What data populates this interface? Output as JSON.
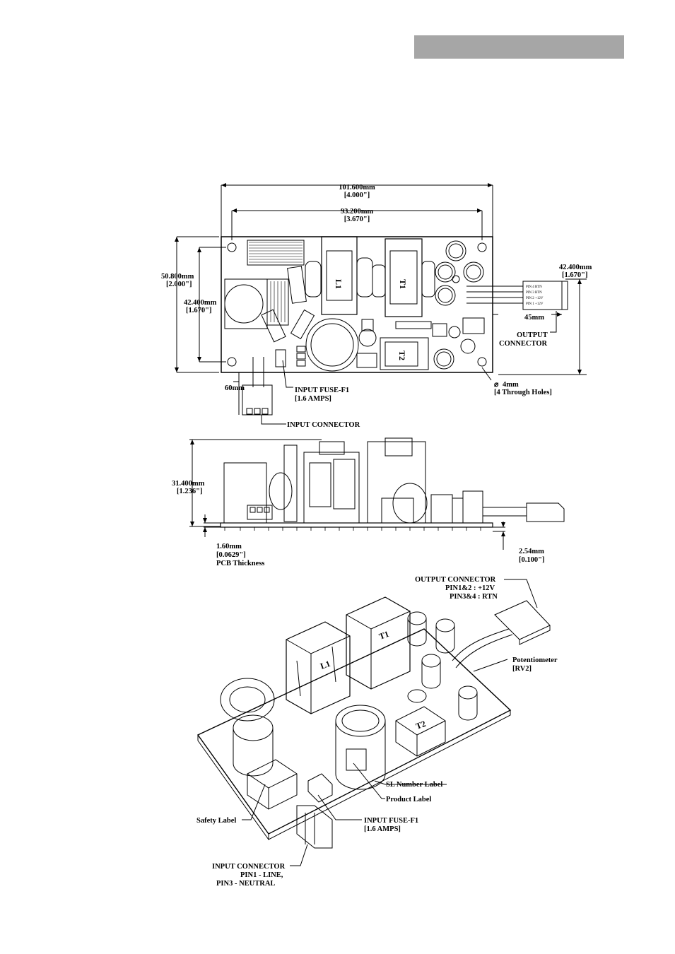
{
  "header": {
    "bar_color": "#a6a6a6"
  },
  "top_view": {
    "dims": {
      "overall_width_mm": "101.600mm",
      "overall_width_in": "[4.000\"]",
      "hole_spacing_mm": "93.200mm",
      "hole_spacing_in": "[3.670\"]",
      "overall_height_mm": "50.800mm",
      "overall_height_in": "[2.000\"]",
      "hole_height_mm": "42.400mm",
      "hole_height_in": "[1.670\"]",
      "connector_height_mm": "42.400mm",
      "connector_height_in": "[1.670\"]",
      "output_lead_len": "45mm",
      "input_lead_len": "60mm"
    },
    "components": {
      "l1": "L1",
      "t1": "T1",
      "t2": "T2"
    },
    "output_pins": [
      "PIN 4 RTN",
      "PIN 3 RTN",
      "PIN 2 +12V",
      "PIN 1 +12V"
    ],
    "callouts": {
      "output_connector_1": "OUTPUT",
      "output_connector_2": "CONNECTOR",
      "input_fuse_1": "INPUT FUSE-F1",
      "input_fuse_2": "[1.6 AMPS]",
      "holes_1": "4mm",
      "holes_2": "[4 Through Holes]",
      "input_connector": "INPUT CONNECTOR"
    }
  },
  "side_view": {
    "height_mm": "31.400mm",
    "height_in": "[1.236\"]",
    "pcb_mm": "1.60mm",
    "pcb_in": "[0.0629\"]",
    "pcb_label": "PCB Thickness",
    "standoff_mm": "2.54mm",
    "standoff_in": "[0.100\"]"
  },
  "iso_view": {
    "output_connector_1": "OUTPUT CONNECTOR",
    "output_connector_2": "PIN1&2 : +12V",
    "output_connector_3": "PIN3&4 : RTN",
    "potentiometer_1": "Potentiometer",
    "potentiometer_2": "[RV2]",
    "sl_label": "SL Number Label",
    "product_label": "Product Label",
    "fuse_1": "INPUT FUSE-F1",
    "fuse_2": "[1.6 AMPS]",
    "safety_label": "Safety Label",
    "input_connector_1": "INPUT CONNECTOR",
    "input_connector_2": "PIN1 - LINE,",
    "input_connector_3": "PIN3 - NEUTRAL",
    "l1": "L1",
    "t1": "T1",
    "t2": "T2"
  }
}
